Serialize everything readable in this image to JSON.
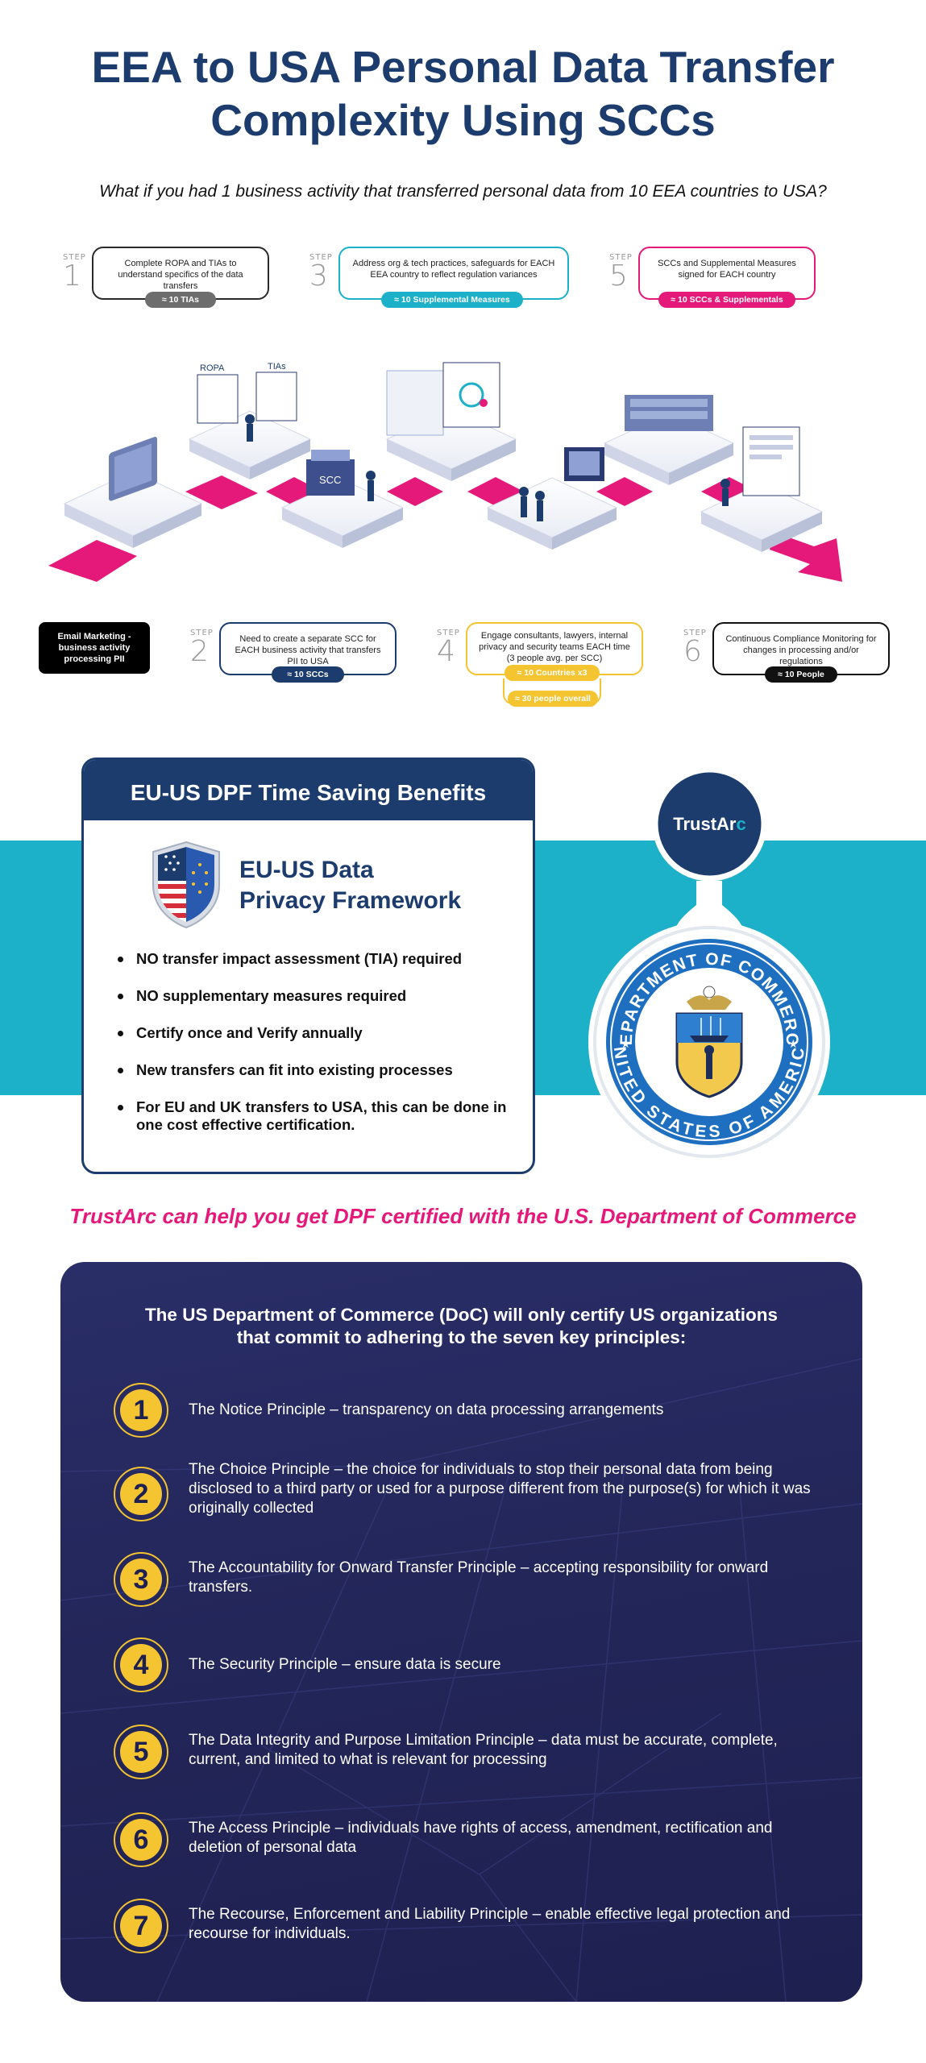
{
  "header": {
    "title_line1": "EEA to USA Personal Data Transfer",
    "title_line2": "Complexity Using SCCs",
    "subtitle": "What if you had 1 business activity that transferred personal data from 10 EEA countries to USA?"
  },
  "steps": {
    "step_label": "STEP",
    "s1": {
      "num": "1",
      "text": "Complete ROPA and TIAs to understand specifics of the data transfers",
      "pill": "≈ 10 TIAs",
      "pill_color": "#6d6d6d"
    },
    "s2": {
      "num": "2",
      "text": "Need to create a separate SCC for EACH business activity that transfers PII to USA",
      "pill": "≈ 10 SCCs",
      "pill_color": "#1d3c6e"
    },
    "s3": {
      "num": "3",
      "text": "Address org & tech practices, safeguards for EACH EEA country to reflect regulation variances",
      "pill": "≈ 10 Supplemental Measures",
      "pill_color": "#1cb0c9"
    },
    "s4": {
      "num": "4",
      "text": "Engage consultants, lawyers, internal privacy and security teams EACH time (3 people avg. per SCC)",
      "pill": "≈ 10 Countries x3",
      "pill2": "≈ 30 people overall",
      "pill_color": "#f5c431"
    },
    "s5": {
      "num": "5",
      "text": "SCCs and Supplemental Measures signed for EACH country",
      "pill": "≈ 10 SCCs & Supplementals",
      "pill_color": "#e4197a"
    },
    "s6": {
      "num": "6",
      "text": "Continuous Compliance Monitoring for changes in processing and/or regulations",
      "pill": "≈ 10 People",
      "pill_color": "#111111"
    }
  },
  "illustration": {
    "ropa_label": "ROPA",
    "tias_label": "TIAs",
    "scc_label": "SCC"
  },
  "email_box": "Email Marketing - business activity processing PII",
  "dpf": {
    "heading": "EU-US DPF Time Saving Benefits",
    "logo_line1": "EU-US Data",
    "logo_line2": "Privacy Framework",
    "benefits": [
      "NO transfer impact assessment (TIA) required",
      "NO supplementary measures required",
      "Certify once and Verify annually",
      "New transfers can fit into existing processes",
      "For EU and UK transfers to USA, this can be done in one cost effective certification."
    ]
  },
  "badge": {
    "brand_part1": "TrustAr",
    "brand_part2": "c"
  },
  "seal": {
    "top_text": "DEPARTMENT OF COMMERCE",
    "bottom_text": "UNITED STATES OF AMERICA"
  },
  "cta": "TrustArc can help you get DPF certified with the U.S. Department of Commerce",
  "principles": {
    "intro_line1": "The US Department of Commerce (DoC) will only certify US organizations",
    "intro_line2": "that commit to adhering to the seven key principles:",
    "items": [
      {
        "num": "1",
        "text": "The Notice Principle – transparency on data processing arrangements"
      },
      {
        "num": "2",
        "text": "The Choice Principle – the choice for individuals to stop their personal data from being disclosed to a third party or used for a purpose different from the purpose(s) for which it was originally collected"
      },
      {
        "num": "3",
        "text": "The Accountability for Onward Transfer Principle – accepting responsibility for onward transfers."
      },
      {
        "num": "4",
        "text": "The Security Principle – ensure data is secure"
      },
      {
        "num": "5",
        "text": "The Data Integrity and Purpose Limitation Principle – data must be accurate, complete, current, and limited to what is relevant for processing"
      },
      {
        "num": "6",
        "text": "The Access Principle – individuals have rights of access, amendment, rectification and deletion of personal data"
      },
      {
        "num": "7",
        "text": "The Recourse, Enforcement and Liability Principle – enable effective legal protection and recourse for individuals."
      }
    ]
  },
  "colors": {
    "navy": "#1d3c6e",
    "teal": "#1cb0c9",
    "pink": "#e4197a",
    "yellow": "#f5c431",
    "panel": "#232659"
  }
}
